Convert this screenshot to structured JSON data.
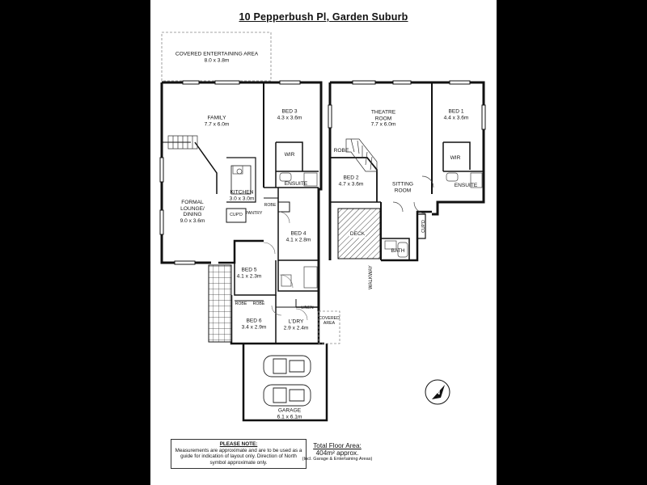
{
  "title": "10 Pepperbush Pl, Garden Suburb",
  "rooms": {
    "covered_entertaining": {
      "name": "Covered Entertaining Area",
      "dim": "8.0 x 3.8m"
    },
    "family": {
      "name": "Family",
      "dim": "7.7 x 6.0m"
    },
    "bed3": {
      "name": "Bed 3",
      "dim": "4.3 x 3.6m"
    },
    "wir_left": {
      "name": "WIR"
    },
    "ensuite_left": {
      "name": "Ensuite"
    },
    "kitchen": {
      "name": "Kitchen",
      "dim": "3.0 x 3.0m"
    },
    "pantry": {
      "name": "Pantry"
    },
    "robe_left": {
      "name": "Robe"
    },
    "cupd_left": {
      "name": "Cup'd"
    },
    "formal": {
      "name": "Formal Lounge/ Dining",
      "dim": "9.0 x 3.6m"
    },
    "bed4": {
      "name": "Bed 4",
      "dim": "4.1 x 2.8m"
    },
    "bed5": {
      "name": "Bed 5",
      "dim": "4.1 x 2.3m"
    },
    "bed6": {
      "name": "Bed 6",
      "dim": "3.4 x 2.9m"
    },
    "robe_b6a": {
      "name": "Robe"
    },
    "robe_b6b": {
      "name": "Robe"
    },
    "ldry": {
      "name": "L'dry",
      "dim": "2.9 x 2.4m"
    },
    "linen": {
      "name": "Linen"
    },
    "covered_area": {
      "name": "Covered Area"
    },
    "walkway": {
      "name": "Walkway"
    },
    "garage": {
      "name": "Garage",
      "dim": "6.1 x 6.1m"
    },
    "theatre": {
      "name": "Theatre Room",
      "dim": "7.7 x 6.0m"
    },
    "bed1": {
      "name": "Bed 1",
      "dim": "4.4 x 3.6m"
    },
    "wir_right": {
      "name": "WIR"
    },
    "ensuite_right": {
      "name": "Ensuite"
    },
    "robe_right": {
      "name": "Robe"
    },
    "bed2": {
      "name": "Bed 2",
      "dim": "4.7 x 3.6m"
    },
    "sitting": {
      "name": "Sitting Room"
    },
    "cupd_right": {
      "name": "Cup'd"
    },
    "deck": {
      "name": "Deck"
    },
    "bath": {
      "name": "Bath"
    }
  },
  "note": {
    "heading": "PLEASE NOTE:",
    "text": "Measurements are approximate and are to be used as a guide for indication of layout only. Direction of North symbol approximate only."
  },
  "total": {
    "heading": "Total Floor Area:",
    "value": "404m² approx.",
    "sub": "(Incl. Garage & Entertaining Areas)"
  },
  "compass": {
    "letter": "N",
    "icon": "north-arrow-icon"
  }
}
